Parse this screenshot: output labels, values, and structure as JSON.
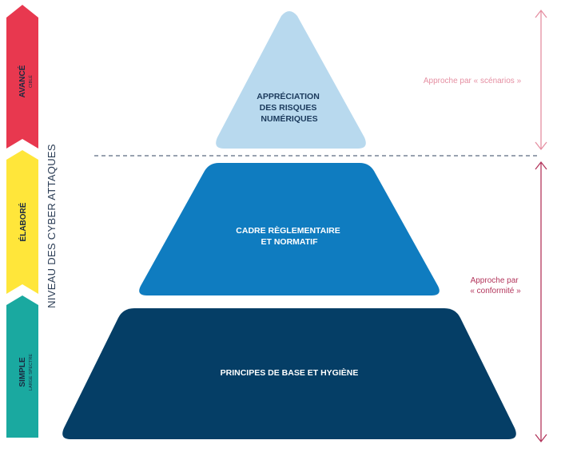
{
  "levels_bar": [
    {
      "label": "AVANCÉ",
      "sublabel": "CIBLÉ",
      "color": "#e8384f"
    },
    {
      "label": "ÉLABORÉ",
      "sublabel": "",
      "color": "#ffe63a"
    },
    {
      "label": "SIMPLE",
      "sublabel": "LARGE SPECTRE",
      "color": "#1aa9a0"
    }
  ],
  "axis_label": "NIVEAU DES CYBER ATTAQUES",
  "pyramid": {
    "top": {
      "lines": [
        "APPRÉCIATION",
        "DES RISQUES",
        "NUMÉRIQUES"
      ],
      "color": "#b8d9ee",
      "text_color": "#1b3a5c"
    },
    "middle": {
      "lines": [
        "CADRE RÈGLEMENTAIRE",
        "ET NORMATIF"
      ],
      "color": "#0f7cc0",
      "text_color": "#ffffff"
    },
    "bottom": {
      "lines": [
        "PRINCIPES DE BASE ET HYGIÈNE"
      ],
      "color": "#053e66",
      "text_color": "#ffffff"
    }
  },
  "approaches": {
    "scenarios": {
      "lines": [
        "Approche par « scénarios »"
      ],
      "color": "#e58fa2"
    },
    "conformite": {
      "lines": [
        "Approche par",
        "« conformité »"
      ],
      "color": "#b3365c"
    }
  },
  "divider_color": "#5a6b80"
}
